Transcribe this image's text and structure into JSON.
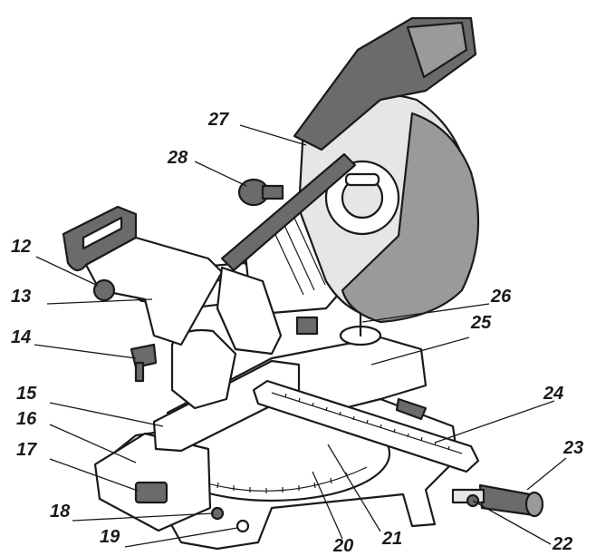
{
  "callouts": [
    {
      "id": "12",
      "label": "12"
    },
    {
      "id": "13",
      "label": "13"
    },
    {
      "id": "14",
      "label": "14"
    },
    {
      "id": "15",
      "label": "15"
    },
    {
      "id": "16",
      "label": "16"
    },
    {
      "id": "17",
      "label": "17"
    },
    {
      "id": "18",
      "label": "18"
    },
    {
      "id": "19",
      "label": "19"
    },
    {
      "id": "20",
      "label": "20"
    },
    {
      "id": "21",
      "label": "21"
    },
    {
      "id": "22",
      "label": "22"
    },
    {
      "id": "23",
      "label": "23"
    },
    {
      "id": "24",
      "label": "24"
    },
    {
      "id": "25",
      "label": "25"
    },
    {
      "id": "26",
      "label": "26"
    },
    {
      "id": "27",
      "label": "27"
    },
    {
      "id": "28",
      "label": "28"
    }
  ]
}
